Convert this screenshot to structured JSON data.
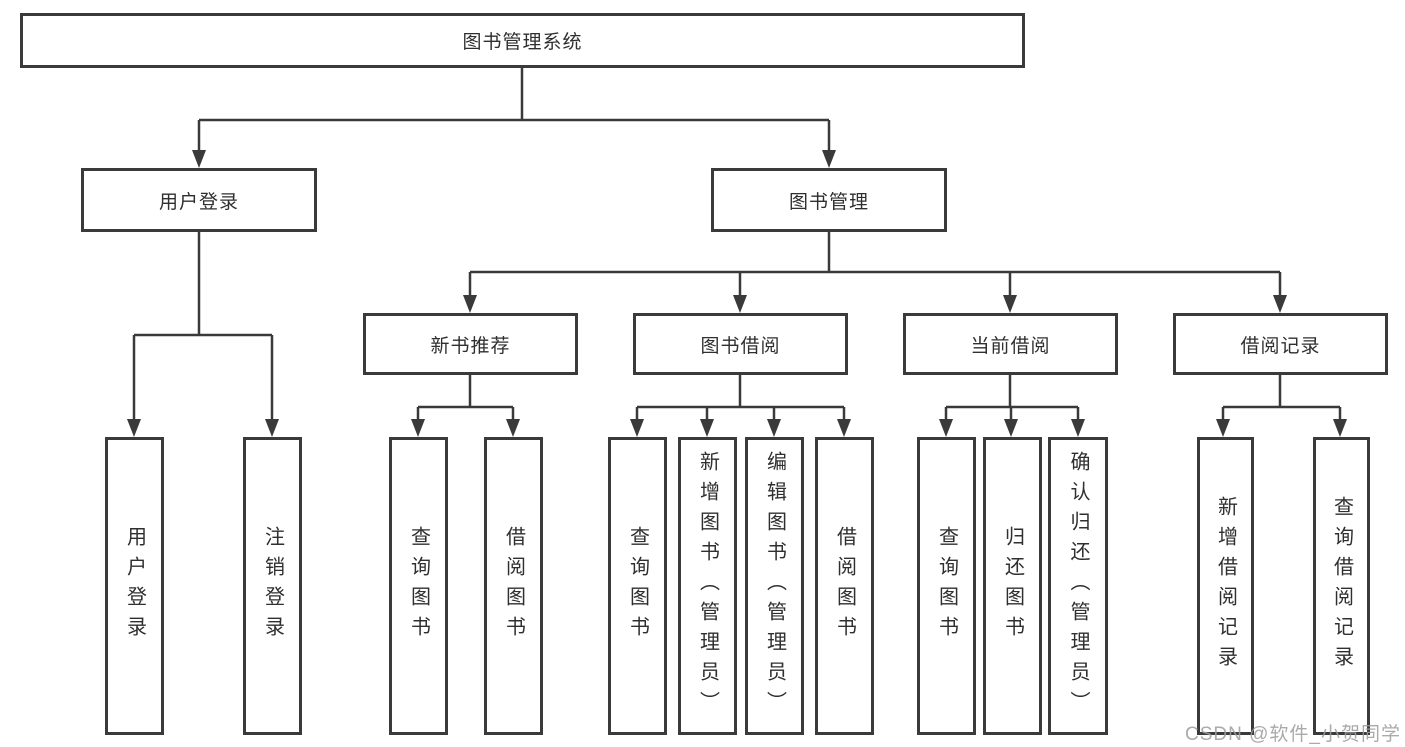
{
  "tree": {
    "root": {
      "label": "图书管理系统"
    },
    "branches": [
      {
        "label": "用户登录",
        "children": [
          {
            "label": "用户登录"
          },
          {
            "label": "注销登录"
          }
        ]
      },
      {
        "label": "图书管理",
        "children": [
          {
            "label": "新书推荐",
            "children": [
              {
                "label": "查询图书"
              },
              {
                "label": "借阅图书"
              }
            ]
          },
          {
            "label": "图书借阅",
            "children": [
              {
                "label": "查询图书"
              },
              {
                "label": "新增图书（管理员）"
              },
              {
                "label": "编辑图书（管理员）"
              },
              {
                "label": "借阅图书"
              }
            ]
          },
          {
            "label": "当前借阅",
            "children": [
              {
                "label": "查询图书"
              },
              {
                "label": "归还图书"
              },
              {
                "label": "确认归还（管理员）"
              }
            ]
          },
          {
            "label": "借阅记录",
            "children": [
              {
                "label": "新增借阅记录"
              },
              {
                "label": "查询借阅记录"
              }
            ]
          }
        ]
      }
    ]
  },
  "watermark": {
    "text": "CSDN @软件_小贺同学",
    "color": "#9e9e9e"
  },
  "colors": {
    "line": "#3a3a3a",
    "text": "#2f2f2f",
    "box_fill": "#ffffff",
    "background": "#ffffff"
  }
}
